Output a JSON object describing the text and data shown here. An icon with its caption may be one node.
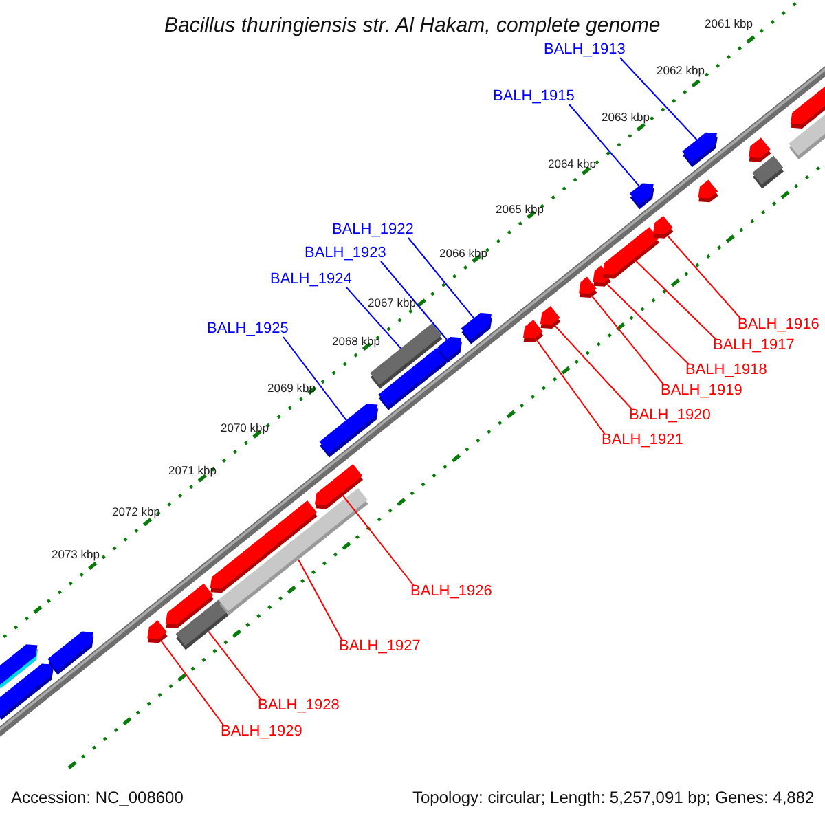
{
  "diagram": {
    "title": "Bacillus thuringiensis str. Al Hakam, complete genome",
    "nodes": [
      {
        "text": [
          "BALH_1913"
        ]
      },
      {
        "text": [
          "BALH_1915"
        ]
      },
      {
        "text": [
          "BALH_1922"
        ]
      },
      {
        "text": [
          "BALH_1923"
        ]
      },
      {
        "text": [
          "BALH_1924"
        ]
      },
      {
        "text": [
          "BALH_1925"
        ]
      },
      {
        "text": [
          "BALH_1916"
        ]
      },
      {
        "text": [
          "BALH_1917"
        ]
      },
      {
        "text": [
          "BALH_1918"
        ]
      },
      {
        "text": [
          "BALH_1919"
        ]
      },
      {
        "text": [
          "BALH_1920"
        ]
      },
      {
        "text": [
          "BALH_1921"
        ]
      },
      {
        "text": [
          "BALH_1926"
        ]
      },
      {
        "text": [
          "BALH_1927"
        ]
      },
      {
        "text": [
          "BALH_1928"
        ]
      },
      {
        "text": [
          "BALH_1929"
        ]
      },
      {
        "text": [],
        "shape": "arrow"
      },
      {
        "text": [],
        "shape": "arrow"
      },
      {
        "text": [],
        "shape": "arrow"
      },
      {
        "text": [],
        "shape": "arrow"
      },
      {
        "text": [],
        "shape": "arrow"
      },
      {
        "text": [],
        "shape": "box"
      },
      {
        "text": [],
        "shape": "arrow"
      },
      {
        "text": [],
        "shape": "box"
      },
      {
        "text": [],
        "shape": "arrow"
      },
      {
        "text": [],
        "shape": "arrow"
      },
      {
        "text": [],
        "shape": "box"
      },
      {
        "text": [],
        "shape": "arrow"
      },
      {
        "text": [],
        "shape": "arrow"
      },
      {
        "text": [],
        "shape": "arrow"
      },
      {
        "text": [],
        "shape": "arrow"
      },
      {
        "text": [],
        "shape": "arrow"
      },
      {
        "text": [],
        "shape": "arrow"
      },
      {
        "text": [],
        "shape": "arrow"
      },
      {
        "text": [],
        "shape": "arrow"
      },
      {
        "text": [],
        "shape": "arrow"
      },
      {
        "text": [],
        "shape": "arrow"
      },
      {
        "text": [],
        "shape": "arrow"
      },
      {
        "text": [],
        "shape": "arrow"
      },
      {
        "text": [],
        "shape": "arrow"
      },
      {
        "text": [],
        "shape": "box"
      },
      {
        "text": [],
        "shape": "arrow"
      },
      {
        "text": [],
        "shape": "box"
      }
    ],
    "edges": [
      {
        "from": 0,
        "to": 37,
        "arrow": "none",
        "color": "#0000ff"
      },
      {
        "from": 1,
        "to": 35,
        "arrow": "none",
        "color": "#0000ff"
      },
      {
        "from": 2,
        "to": 29,
        "arrow": "none",
        "color": "#0000ff"
      },
      {
        "from": 3,
        "to": 28,
        "arrow": "none",
        "color": "#0000ff"
      },
      {
        "from": 4,
        "to": 26,
        "arrow": "none",
        "color": "#0000ff"
      },
      {
        "from": 5,
        "to": 25,
        "arrow": "none",
        "color": "#0000ff"
      },
      {
        "from": 6,
        "to": 36,
        "arrow": "none"
      },
      {
        "from": 7,
        "to": 34,
        "arrow": "none"
      },
      {
        "from": 8,
        "to": 33,
        "arrow": "none"
      },
      {
        "from": 9,
        "to": 32,
        "arrow": "none"
      },
      {
        "from": 10,
        "to": 31,
        "arrow": "none"
      },
      {
        "from": 11,
        "to": 30,
        "arrow": "none"
      },
      {
        "from": 12,
        "to": 24,
        "arrow": "none"
      },
      {
        "from": 13,
        "to": 23,
        "arrow": "none"
      },
      {
        "from": 14,
        "to": 21,
        "arrow": "none"
      },
      {
        "from": 15,
        "to": 19,
        "arrow": "none"
      }
    ],
    "labels": [
      "2061 kbp",
      "2062 kbp",
      "2063 kbp",
      "2064 kbp",
      "2065 kbp",
      "2066 kbp",
      "2067 kbp",
      "2068 kbp",
      "2069 kbp",
      "2070 kbp",
      "2071 kbp",
      "2072 kbp",
      "2073 kbp",
      "Accession: NC_008600",
      "Topology: circular; Length: 5,257,091 bp; Genes: 4,882"
    ]
  }
}
